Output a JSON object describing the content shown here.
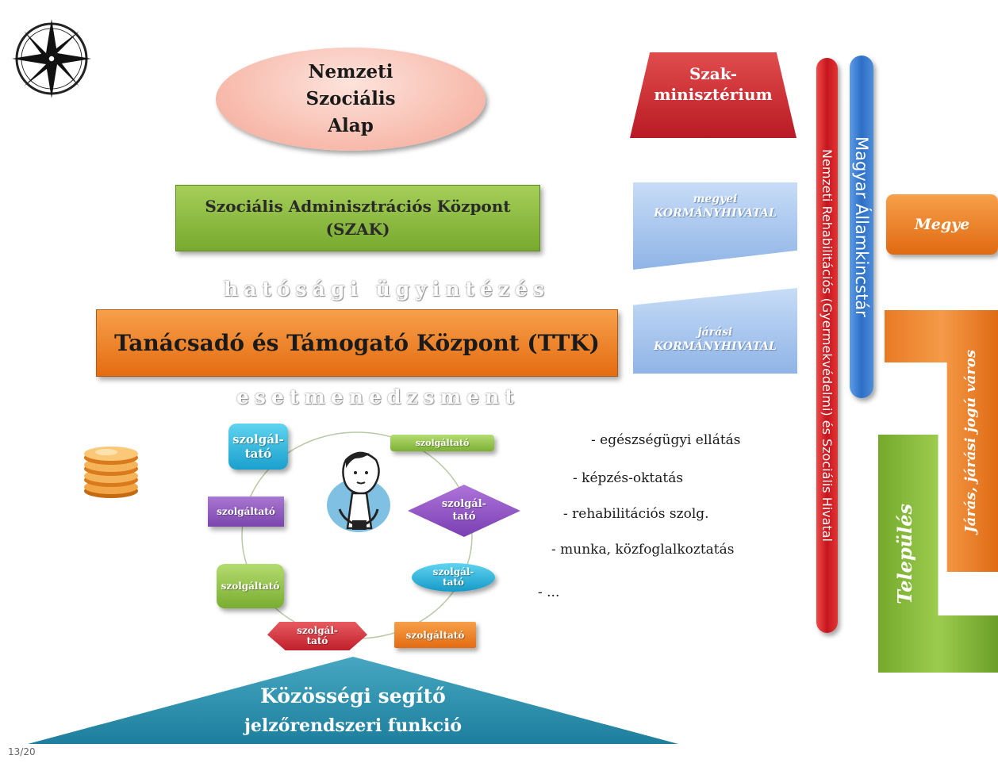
{
  "nodes": {
    "fund": [
      "Nemzeti",
      "Szociális",
      "Alap"
    ],
    "szak": [
      "Szociális Adminisztrációs Központ",
      "(SZAK)"
    ],
    "hatosagi": "hatósági ügyintézés",
    "ttk": "Tanácsadó és Támogató Központ (TTK)",
    "esetmenedzsment": "esetmenedzsment",
    "ministry": [
      "Szak-",
      "minisztérium"
    ],
    "megyei": [
      "megyei",
      "KORMÁNYHIVATAL"
    ],
    "jarasi": [
      "járási",
      "KORMÁNYHIVATAL"
    ],
    "rehab_office": "Nemzeti Rehabilitációs (Gyermekvédelmi) és Szociális Hivatal",
    "treasury": "Magyar Államkincstár",
    "megye": "Megye",
    "jaras_varos": "Járás, járási jogú város",
    "telepules": "Település"
  },
  "providers": {
    "p1": [
      "szolgál-",
      "tató"
    ],
    "p2": "szolgáltató",
    "p3": "szolgáltató",
    "p4": [
      "szolgál-",
      "tató"
    ],
    "p5": "szolgáltató",
    "p6": [
      "szolgál-",
      "tató"
    ],
    "p7": [
      "szolgál-",
      "tató"
    ],
    "p8": "szolgáltató"
  },
  "services": [
    "- egészségügyi ellátás",
    "- képzés-oktatás",
    "- rehabilitációs szolg.",
    "- munka, közfoglalkoztatás",
    "- ..."
  ],
  "bottom": {
    "title": "Közösségi segítő",
    "subtitle": "jelzőrendszeri funkció"
  },
  "page_number": "13/20",
  "colors": {
    "green": "#8cbf3f",
    "orange": "#ef8a2c",
    "red": "#c4161d",
    "blue": "#2c6fc4",
    "light_blue": "#a9c8ef",
    "teal": "#2a91ae",
    "pink": "#f7b9aa",
    "purple": "#8a52be"
  }
}
